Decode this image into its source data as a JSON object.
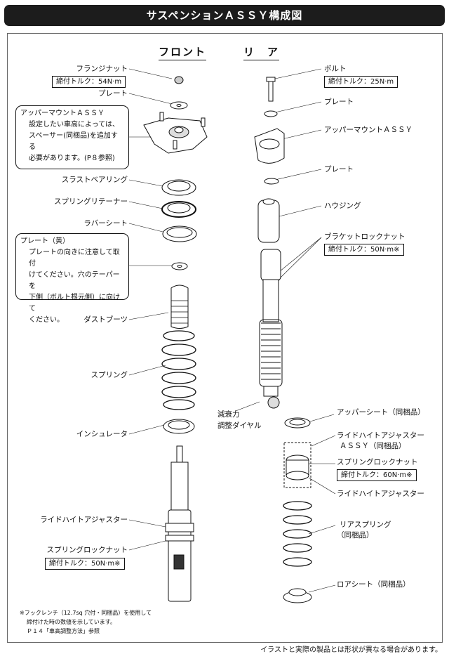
{
  "title": "サスペンションＡＳＳＹ構成図",
  "headings": {
    "front": "フロント",
    "rear": "リ　ア"
  },
  "front": {
    "flange_nut": "フランジナット",
    "flange_nut_torque": "締付トルク：54N·m",
    "plate": "プレート",
    "upper_mount_callout": {
      "title": "アッパーマウントＡＳＳＹ",
      "lines": [
        "設定したい車高によっては、",
        "スペーサー(同梱品)を追加する",
        "必要があります。(P８参照)"
      ]
    },
    "thrust_bearing": "スラストベアリング",
    "spring_retainer": "スプリングリテーナー",
    "rubber_seat": "ラバーシート",
    "plate_yellow_callout": {
      "title": "プレート（黄）",
      "lines": [
        "プレートの向きに注意して取付",
        "けてください。穴のテーパーを",
        "下側（ボルト根元側）に向けて",
        "ください。"
      ]
    },
    "dust_boot": "ダストブーツ",
    "spring": "スプリング",
    "insulator": "インシュレータ",
    "ride_height_adjuster": "ライドハイトアジャスター",
    "spring_lock_nut": "スプリングロックナット",
    "spring_lock_nut_torque": "締付トルク：50N·m※"
  },
  "rear": {
    "bolt": "ボルト",
    "bolt_torque": "締付トルク：25N·m",
    "plate_1": "プレート",
    "upper_mount": "アッパーマウントＡＳＳＹ",
    "plate_2": "プレート",
    "housing": "ハウジング",
    "bracket_lock_nut": "ブラケットロックナット",
    "bracket_lock_nut_torque": "締付トルク：50N·m※",
    "damping_dial": [
      "減衰力",
      "調整ダイヤル"
    ],
    "upper_seat": "アッパーシート（同梱品）",
    "ride_height_adjuster_assy": [
      "ライドハイトアジャスター",
      "ＡＳＳＹ（同梱品）"
    ],
    "spring_lock_nut": "スプリングロックナット",
    "spring_lock_nut_torque": "締付トルク：60N·m※",
    "ride_height_adjuster": "ライドハイトアジャスター",
    "rear_spring": [
      "リアスプリング",
      "（同梱品）"
    ],
    "lower_seat": "ロアシート（同梱品）"
  },
  "note": [
    "※フックレンチ（12.7sq 穴付・同梱品）を使用して",
    "締付けた時の数値を示しています。",
    "Ｐ１４「車高調整方法」参照"
  ],
  "footer": "イラストと実際の製品とは形状が異なる場合があります。"
}
